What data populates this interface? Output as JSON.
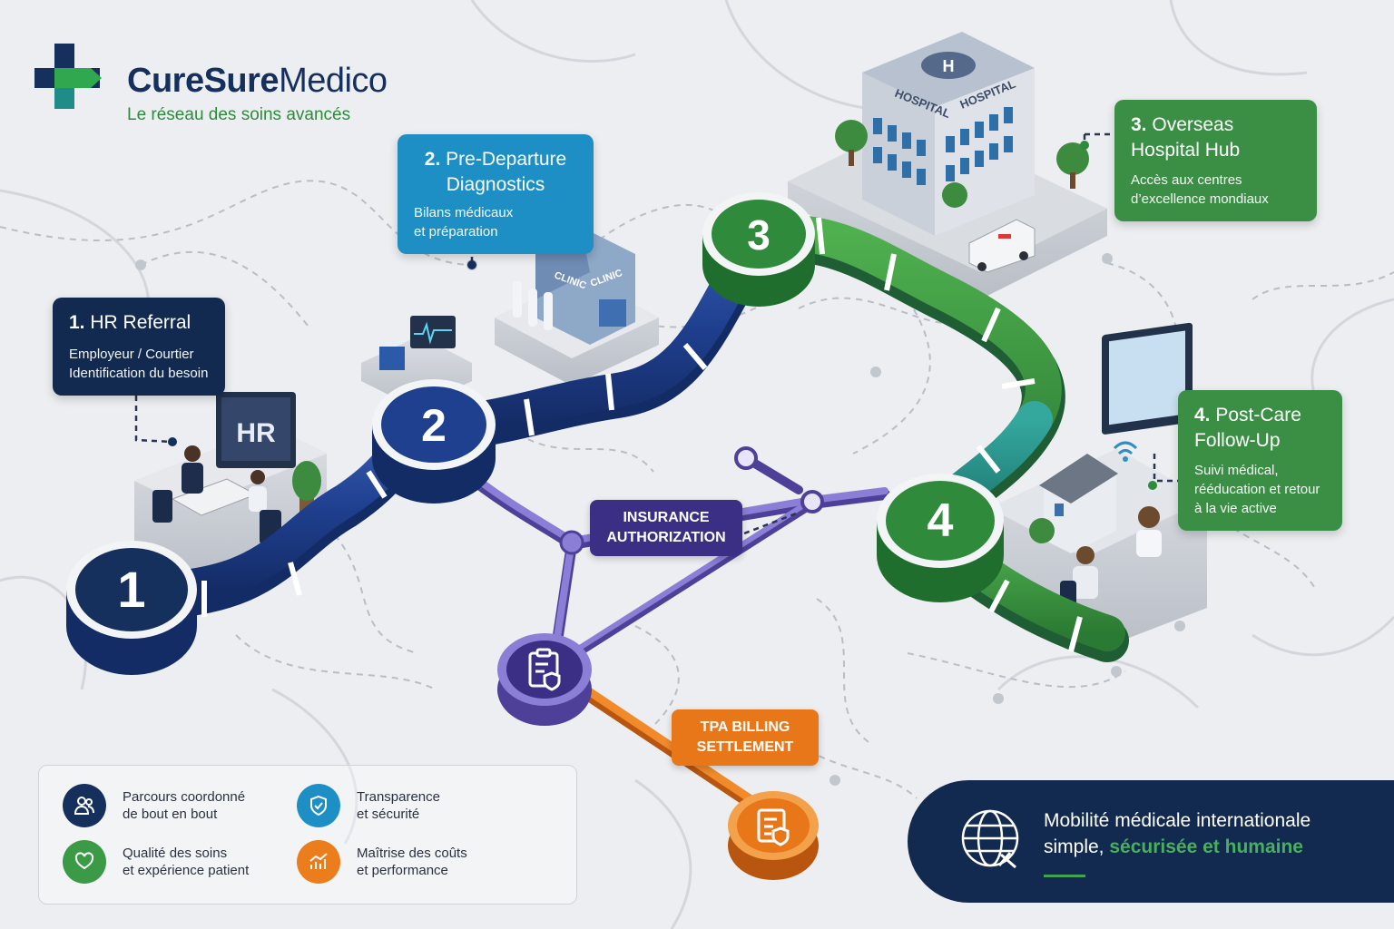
{
  "brand": {
    "name_bold": "CureSure",
    "name_regular": "Medico",
    "tagline": "Le réseau des soins avancés"
  },
  "steps": [
    {
      "number": "1",
      "title_num": "1.",
      "title": "HR Referral",
      "lines": [
        "Employeur / Courtier",
        "Identification du besoin"
      ]
    },
    {
      "number": "2",
      "title_num": "2.",
      "title": "Pre-Departure Diagnostics",
      "title_line1": "Pre-Departure",
      "title_line2": "Diagnostics",
      "lines": [
        "Bilans médicaux",
        "et préparation"
      ]
    },
    {
      "number": "3",
      "title_num": "3.",
      "title": "Overseas Hospital Hub",
      "title_line1": "Overseas",
      "title_line2": "Hospital Hub",
      "lines": [
        "Accès aux centres",
        "d’excellence mondiaux"
      ]
    },
    {
      "number": "4",
      "title_num": "4.",
      "title": "Post-Care Follow-Up",
      "title_line1": "Post-Care",
      "title_line2": "Follow-Up",
      "lines": [
        "Suivi médical,",
        "rééducation et retour",
        "à la vie active"
      ]
    }
  ],
  "scene_labels": {
    "hr_screen": "HR",
    "clinic": "CLINIC",
    "hospital": "HOSPITAL"
  },
  "tags": {
    "insurance": [
      "INSURANCE",
      "AUTHORIZATION"
    ],
    "tpa": [
      "TPA BILLING",
      "SETTLEMENT"
    ]
  },
  "legend": [
    {
      "icon": "people-icon",
      "color": "#16305e",
      "lines": [
        "Parcours coordonné",
        "de bout en bout"
      ]
    },
    {
      "icon": "shield-check-icon",
      "color": "#1e8fc4",
      "lines": [
        "Transparence",
        "et sécurité"
      ]
    },
    {
      "icon": "heart-hands-icon",
      "color": "#3a9a45",
      "lines": [
        "Qualité des soins",
        "et expérience patient"
      ]
    },
    {
      "icon": "growth-chart-icon",
      "color": "#ec7d1c",
      "lines": [
        "Maîtrise des coûts",
        "et performance"
      ]
    }
  ],
  "banner": {
    "line1": "Mobilité médicale internationale",
    "line2_plain": "simple, ",
    "line2_highlight": "sécurisée et humaine"
  },
  "colors": {
    "navy": "#16305e",
    "blue_callout": "#1e8fc4",
    "green": "#3a8f45",
    "teal": "#1f8c8a",
    "purple": "#5a4fa8",
    "orange": "#e8771a"
  }
}
